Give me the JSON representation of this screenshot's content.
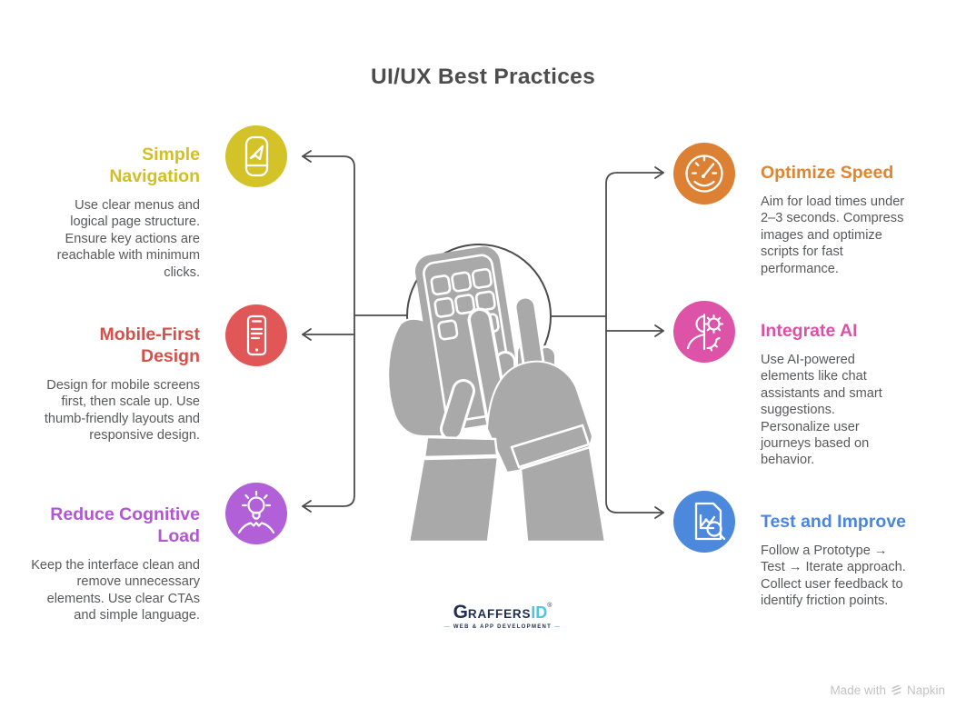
{
  "title": "UI/UX Best Practices",
  "items": [
    {
      "id": "simple-navigation",
      "heading": "Simple\nNavigation",
      "body": "Use clear menus and logical page structure. Ensure key actions are reachable with minimum clicks.",
      "color": "#d3c228",
      "icon": "phone-navigation-icon"
    },
    {
      "id": "mobile-first-design",
      "heading": "Mobile-First\nDesign",
      "body": "Design for mobile screens first, then scale up. Use thumb-friendly layouts and responsive design.",
      "color": "#e15757",
      "icon": "mobile-phone-icon"
    },
    {
      "id": "reduce-cognitive-load",
      "heading": "Reduce Cognitive\nLoad",
      "body": "Keep the interface clean and remove unnecessary elements. Use clear CTAs and simple language.",
      "color": "#b160d8",
      "icon": "lightbulb-hands-icon"
    },
    {
      "id": "optimize-speed",
      "heading": "Optimize Speed",
      "body": "Aim for load times under 2–3 seconds. Compress images and optimize scripts for fast performance.",
      "color": "#dc8133",
      "icon": "speedometer-icon"
    },
    {
      "id": "integrate-ai",
      "heading": "Integrate AI",
      "body": "Use AI-powered elements like chat assistants and smart suggestions. Personalize user journeys based on behavior.",
      "color": "#dc53a7",
      "icon": "person-gear-icon"
    },
    {
      "id": "test-and-improve",
      "heading": "Test and Improve",
      "body": "Follow a Prototype → Test → Iterate approach. Collect user feedback to identify friction points.",
      "color": "#4c89dd",
      "icon": "document-chart-magnifier-icon"
    }
  ],
  "logo": {
    "brand_g": "G",
    "brand_rest": "RAFFERS",
    "brand_id": "ID",
    "reg": "®",
    "dash": "—",
    "tagline": "WEB & APP DEVELOPMENT"
  },
  "credit": {
    "made_with": "Made with",
    "brand": "Napkin"
  },
  "palette": {
    "connector_line": "#4c4c4c",
    "illustration_gray": "#a9a9a9",
    "title_text": "#4d4d4d",
    "body_text": "#58595b",
    "yellow": "#d3c228",
    "red": "#e15757",
    "purple": "#b160d8",
    "orange": "#dc8133",
    "pink": "#dc53a7",
    "blue": "#4c89dd",
    "logo_navy": "#1f2d52",
    "logo_cyan": "#4fc3e8"
  }
}
